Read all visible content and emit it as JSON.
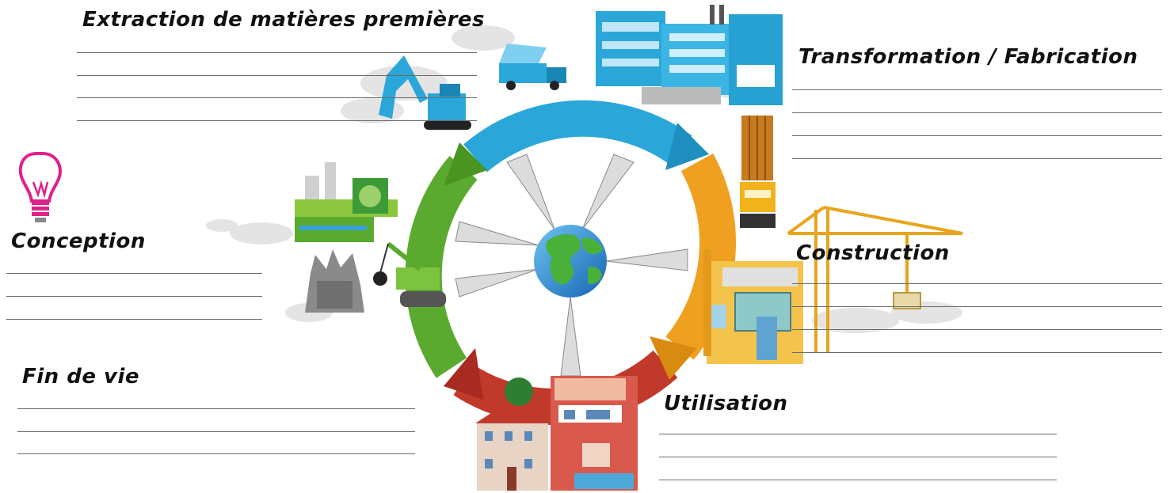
{
  "stages": {
    "extraction": "Extraction de matières premières",
    "transformation": "Transformation / Fabrication",
    "conception": "Conception",
    "construction": "Construction",
    "fin_de_vie": "Fin de vie",
    "utilisation": "Utilisation"
  },
  "icons": {
    "center": "globe-icon",
    "concept": "lightbulb-icon"
  },
  "colors": {
    "arrow_blue": "#2aa7d8",
    "arrow_orange": "#f0a020",
    "arrow_red": "#c0392b",
    "arrow_green": "#5aaa2f",
    "lightbulb": "#e0218a"
  }
}
